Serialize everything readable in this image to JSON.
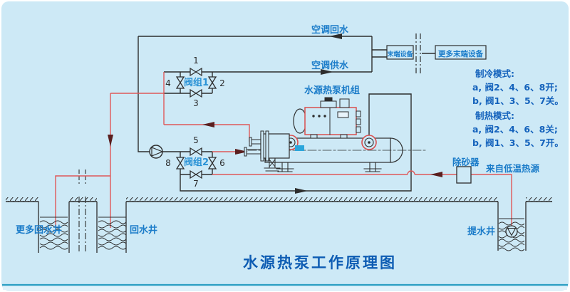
{
  "title": "水源热泵工作原理图",
  "labels": {
    "ac_return_water": "空调回水",
    "ac_supply_water": "空调供水",
    "terminal_device": "末端设备",
    "more_terminal_devices": "更多末端设备",
    "heat_pump_unit": "水源热泵机组",
    "desander": "除砂器",
    "from_low_temp_heat_source": "来自低温热源",
    "more_return_wells": "更多回水井",
    "return_well": "回水井",
    "extraction_well": "提水井"
  },
  "valve_group_1": {
    "label": "阀组1",
    "valve_top": "1",
    "valve_right": "2",
    "valve_bottom": "3",
    "valve_left": "4"
  },
  "valve_group_2": {
    "label": "阀组2",
    "valve_top": "5",
    "valve_right": "6",
    "valve_bottom": "7",
    "valve_left": "8"
  },
  "mode_notes": {
    "cooling_title": "制冷模式:",
    "cooling_line_a": "a, 阀2、4、6、8开;",
    "cooling_line_b": "b, 阀1、3、5、7关。",
    "heating_title": "制热模式:",
    "heating_line_a": "a, 阀2、4、6、8关;",
    "heating_line_b": "b, 阀1、3、5、7开。"
  },
  "colors": {
    "panel_background": "#cde9f6",
    "pipe_black": "#2d2d2d",
    "pipe_red": "#df5858",
    "label_blue": "#1b7cc9",
    "note_blue": "#1462bc",
    "accent_cyan": "#2aa6dc",
    "bottom_rule_teal": "#2d9fc3"
  }
}
